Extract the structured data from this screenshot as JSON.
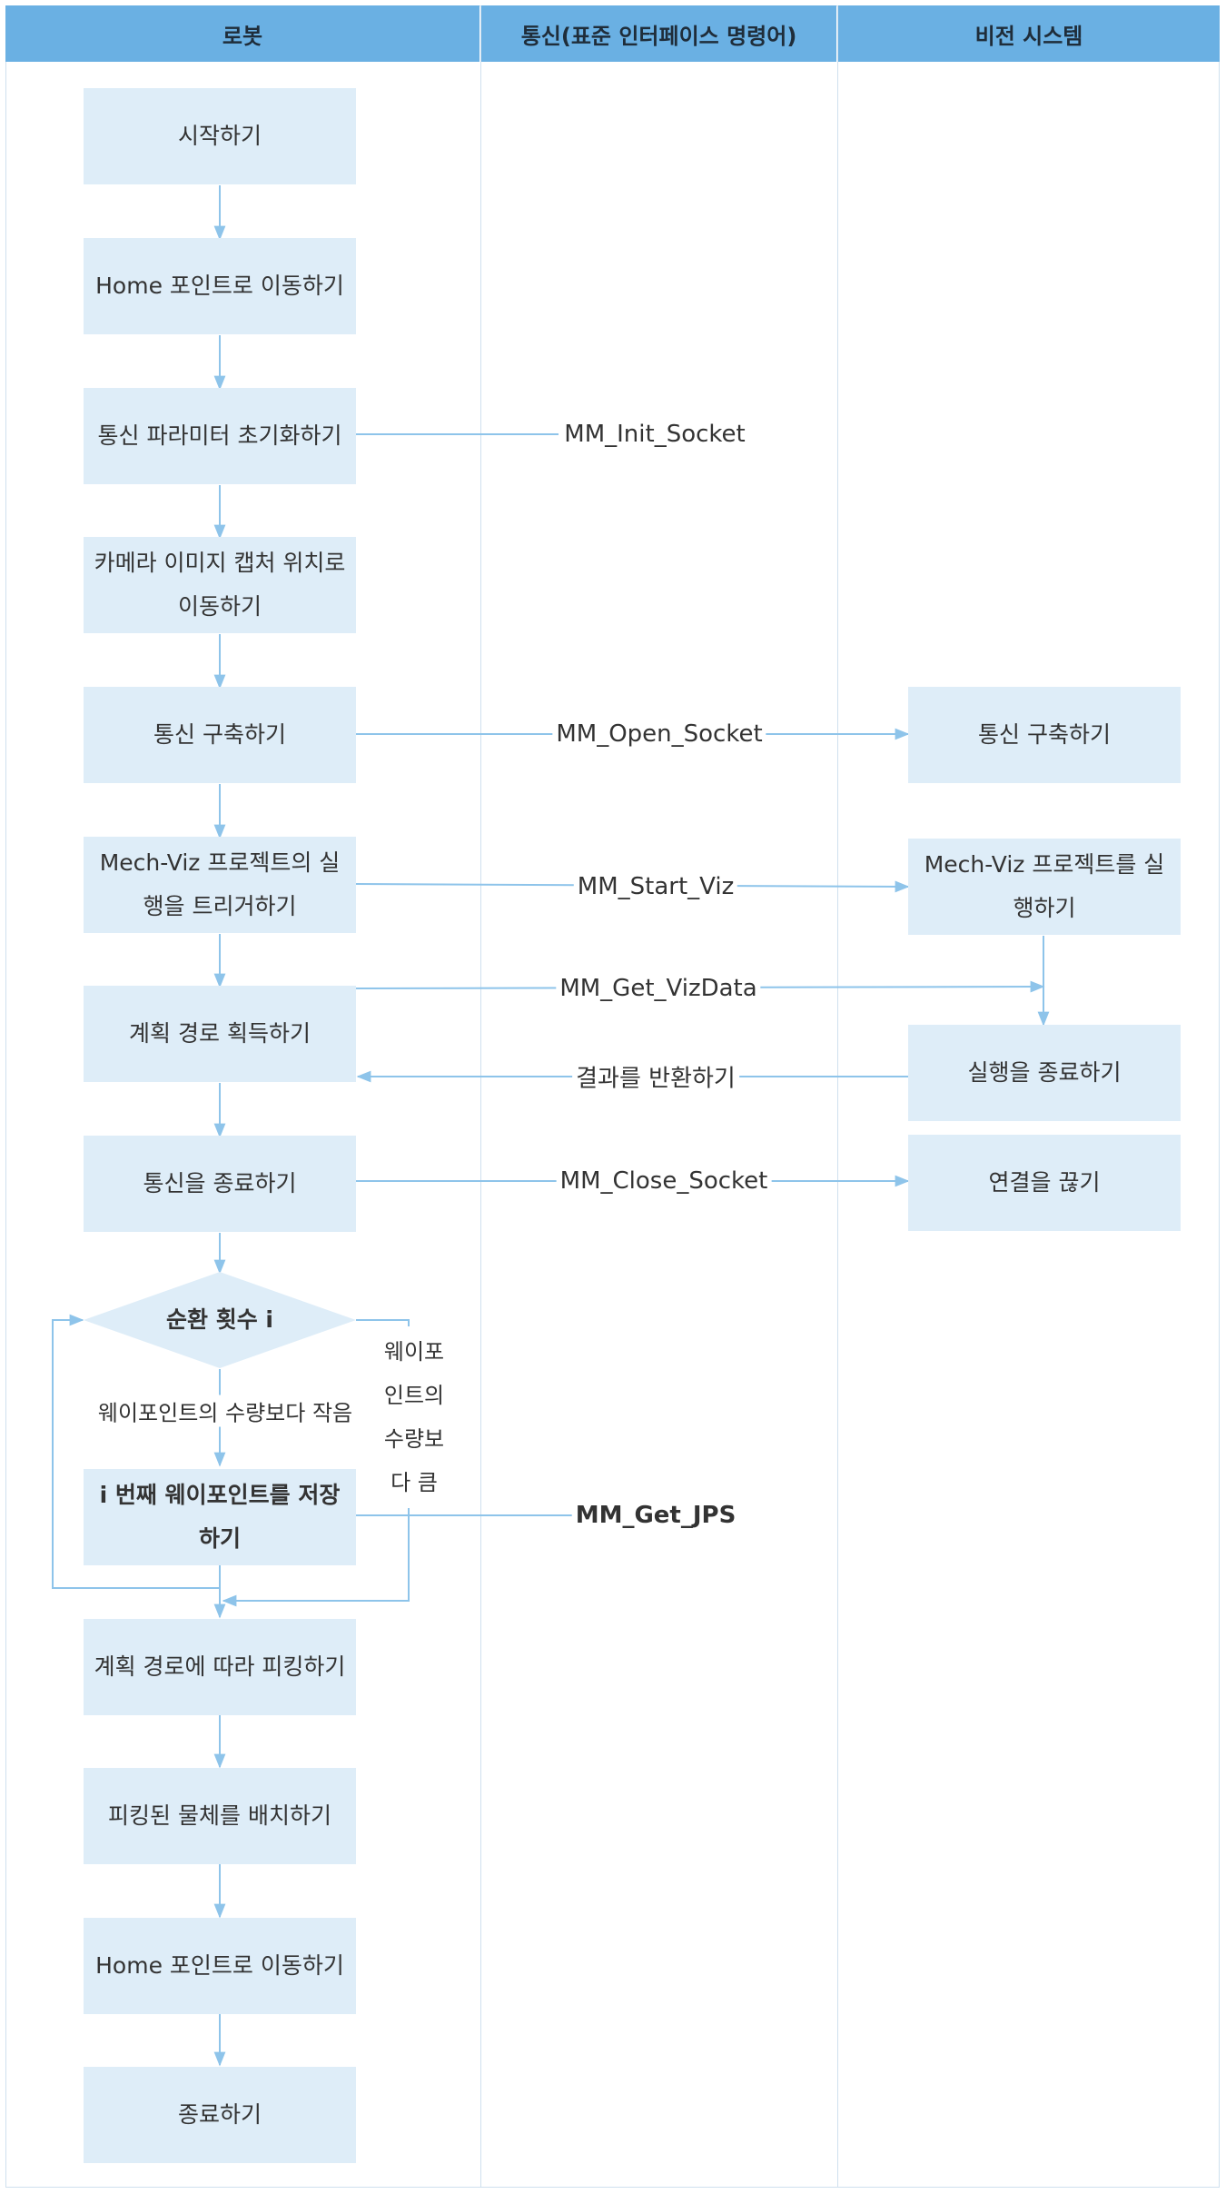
{
  "lanes": {
    "robot": "로봇",
    "comm": "통신(표준 인터페이스 명령어)",
    "vision": "비전 시스템"
  },
  "robot_steps": {
    "start": "시작하기",
    "home1": "Home 포인트로 이동하기",
    "init_comm": "통신 파라미터 초기화하기",
    "move_capture": "카메라 이미지 캡처 위치로 이동하기",
    "build_comm": "통신 구축하기",
    "trigger_viz": "Mech-Viz 프로젝트의 실행을 트리거하기",
    "get_path": "계획 경로 획득하기",
    "end_comm": "통신을 종료하기",
    "loop": "순환 횟수 i",
    "save_wp": "i 번째 웨이포인트를 저장하기",
    "pick": "계획 경로에 따라 피킹하기",
    "place": "피킹된 물체를 배치하기",
    "home2": "Home 포인트로 이동하기",
    "finish": "종료하기"
  },
  "vision_steps": {
    "build_comm": "통신 구축하기",
    "run_viz": "Mech-Viz 프로젝트를 실행하기",
    "end_run": "실행을 종료하기",
    "disconnect": "연결을 끊기"
  },
  "commands": {
    "init_socket": "MM_Init_Socket",
    "open_socket": "MM_Open_Socket",
    "start_viz": "MM_Start_Viz",
    "get_vizdata": "MM_Get_VizData",
    "return_result": "결과를 반환하기",
    "close_socket": "MM_Close_Socket",
    "get_jps": "MM_Get_JPS"
  },
  "conditions": {
    "less_than": "웨이포인트의 수량보다 작음",
    "greater_than": "웨이포인트의 수량보다 큼"
  },
  "colors": {
    "header_bg": "#6ab0e3",
    "box_bg": "#deedf8",
    "arrow": "#8ec4ea",
    "divider": "#cfe0ee"
  }
}
